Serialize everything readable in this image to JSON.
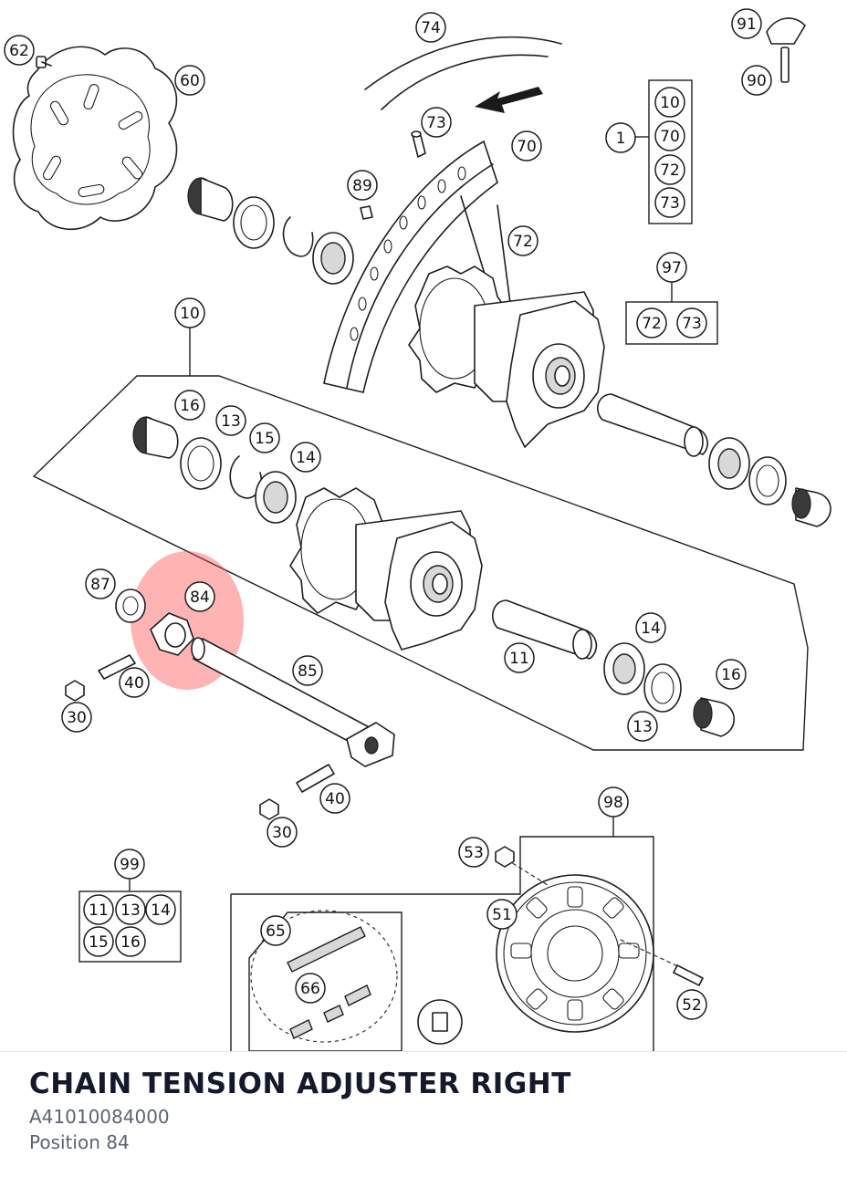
{
  "diagram": {
    "callouts": [
      "62",
      "60",
      "74",
      "73",
      "70",
      "89",
      "72",
      "91",
      "90",
      "1",
      "10",
      "70",
      "72",
      "73",
      "97",
      "72",
      "73",
      "10",
      "16",
      "13",
      "15",
      "14",
      "87",
      "84",
      "40",
      "30",
      "85",
      "11",
      "14",
      "16",
      "13",
      "40",
      "30",
      "98",
      "53",
      "51",
      "52",
      "99",
      "11",
      "13",
      "14",
      "15",
      "16",
      "65",
      "66"
    ],
    "highlight": {
      "part": "84",
      "color": "#ff4d4d"
    }
  },
  "selected_part": {
    "title": "CHAIN TENSION ADJUSTER RIGHT",
    "part_number": "A41010084000",
    "position": "Position 84"
  }
}
